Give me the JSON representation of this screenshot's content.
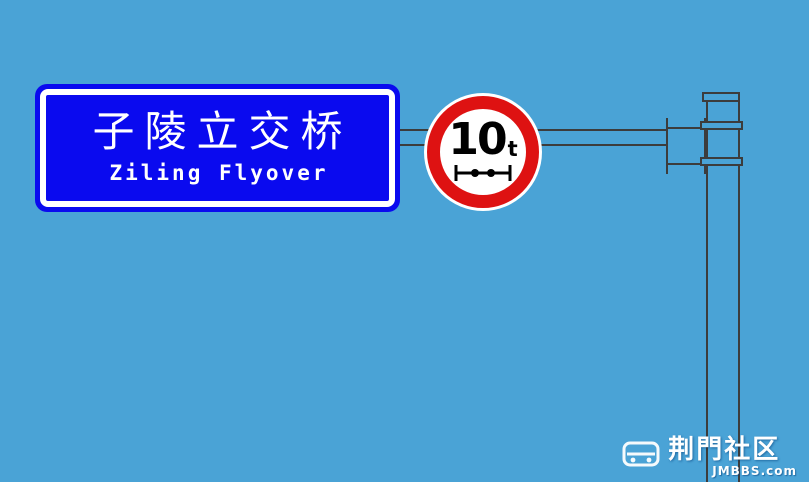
{
  "scene": {
    "background_color": "#4AA3D6",
    "pole_outline_color": "#3C3C3C"
  },
  "guide_sign": {
    "chinese": "子陵立交桥",
    "english": "Ziling Flyover",
    "panel_color": "#0A0AEF",
    "border_color": "#FFFFFF",
    "text_color": "#FFFFFF"
  },
  "limit_sign": {
    "value": "10",
    "unit": "t",
    "ring_color": "#DE1212",
    "face_color": "#FFFFFF",
    "symbol_color": "#000000",
    "symbol_icon": "axle-icon"
  },
  "watermark": {
    "site_name": "荆門社区",
    "site_domain": "JMBBS.com",
    "logo_icon": "bus-icon"
  }
}
